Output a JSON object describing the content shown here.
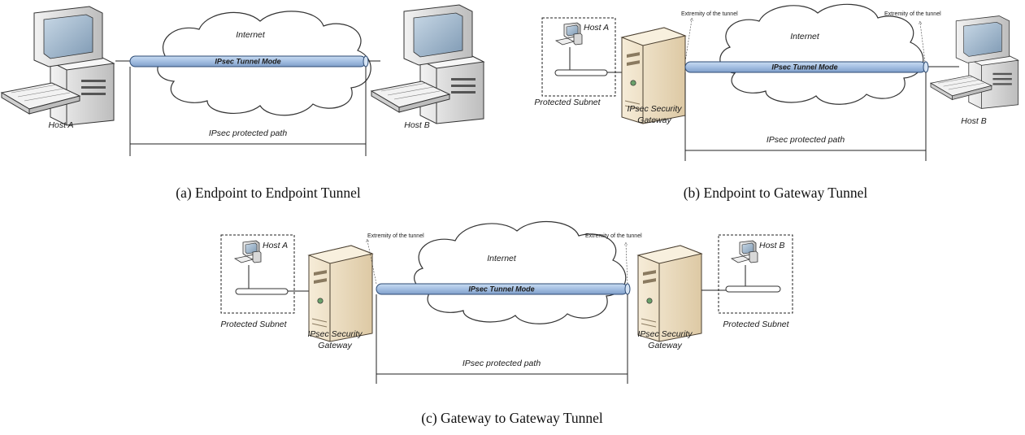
{
  "figure": {
    "panel_a": {
      "tunnel_label": "IPsec Tunnel Mode",
      "cloud_label": "Internet",
      "host_a_label": "Host A",
      "host_b_label": "Host B",
      "path_label": "IPsec protected path",
      "caption": "(a) Endpoint to Endpoint Tunnel"
    },
    "panel_b": {
      "tunnel_label": "IPsec Tunnel Mode",
      "cloud_label": "Internet",
      "host_a_label": "Host A",
      "host_b_label": "Host B",
      "subnet_label": "Protected Subnet",
      "gateway_label_line1": "IPsec Security",
      "gateway_label_line2": "Gateway",
      "extremity_left": "Extremity of the tunnel",
      "extremity_right": "Extremity of the tunnel",
      "path_label": "IPsec protected path",
      "caption": "(b) Endpoint to Gateway Tunnel"
    },
    "panel_c": {
      "tunnel_label": "IPsec Tunnel Mode",
      "cloud_label": "Internet",
      "host_a_label": "Host A",
      "host_b_label": "Host B",
      "subnet_left_label": "Protected Subnet",
      "subnet_right_label": "Protected Subnet",
      "gateway_left_line1": "IPsec Security",
      "gateway_left_line2": "Gateway",
      "gateway_right_line1": "IPsec Security",
      "gateway_right_line2": "Gateway",
      "extremity_left": "Extremity of the tunnel",
      "extremity_right": "Extremity of the tunnel",
      "path_label": "IPsec protected path",
      "caption": "(c) Gateway to Gateway Tunnel"
    }
  },
  "colors": {
    "tube_fill": "#a9c3e3",
    "tube_stroke": "#2c4a73",
    "server_fill": "#efe1c6",
    "server_stroke": "#6b5b44",
    "monitor_fill": "#d9d9d9",
    "screen_fill": "#9fb6cc",
    "line": "#222222"
  }
}
